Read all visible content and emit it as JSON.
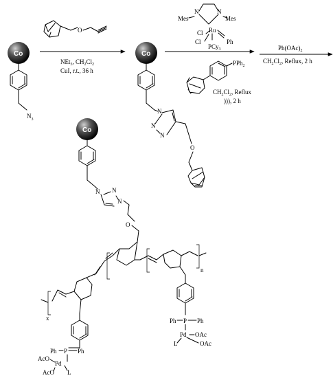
{
  "bead": {
    "label": "Co"
  },
  "compound1": {
    "azide": "N",
    "azide_sub": "3"
  },
  "step1": {
    "cond_line1_a": "NEt",
    "cond_line1_b": "3",
    "cond_line1_c": ", CH",
    "cond_line1_d": "2",
    "cond_line1_e": "Cl",
    "cond_line1_f": "2",
    "cond_line2": "CuI, r.t., 36 h",
    "reagent_o": "O"
  },
  "compound2": {
    "triazole_n1": "N",
    "triazole_n2": "N",
    "triazole_n3": "N",
    "ether_o": "O"
  },
  "step2": {
    "catalyst_mes_left": "Mes",
    "catalyst_mes_right": "Mes",
    "catalyst_n_left": "N",
    "catalyst_n_right": "N",
    "catalyst_cl1": "Cl",
    "catalyst_cl2": "Cl",
    "catalyst_ru": "Ru",
    "catalyst_ph": "Ph",
    "catalyst_pcy": "PCy",
    "catalyst_pcy_sub": "3",
    "comonomer_pph": "PPh",
    "comonomer_pph_sub": "2",
    "cond_line1_a": "CH",
    "cond_line1_b": "2",
    "cond_line1_c": "Cl",
    "cond_line1_d": "2",
    "cond_line1_e": ", Reflux",
    "cond_line2": "))), 2 h"
  },
  "step3": {
    "cond_line1_a": "Ph(OAc)",
    "cond_line1_b": "2",
    "cond_line2_a": "CH",
    "cond_line2_b": "2",
    "cond_line2_c": "Cl",
    "cond_line2_d": "2",
    "cond_line2_e": ", Reflux, 2 h"
  },
  "product": {
    "triazole_n1": "N",
    "triazole_n2": "N",
    "triazole_n3": "N",
    "ether_o": "O",
    "repeat_x": "x",
    "repeat_n": "n",
    "left_ph1": "Ph",
    "left_p": "P",
    "left_ph2": "Ph",
    "left_pd": "Pd",
    "left_aco1": "AcO",
    "left_aco2": "AcO",
    "left_l": "L",
    "right_ph1": "Ph",
    "right_p": "P",
    "right_ph2": "Ph",
    "right_pd": "Pd",
    "right_oac1": "OAc",
    "right_oac2": "OAc",
    "right_l": "L"
  }
}
